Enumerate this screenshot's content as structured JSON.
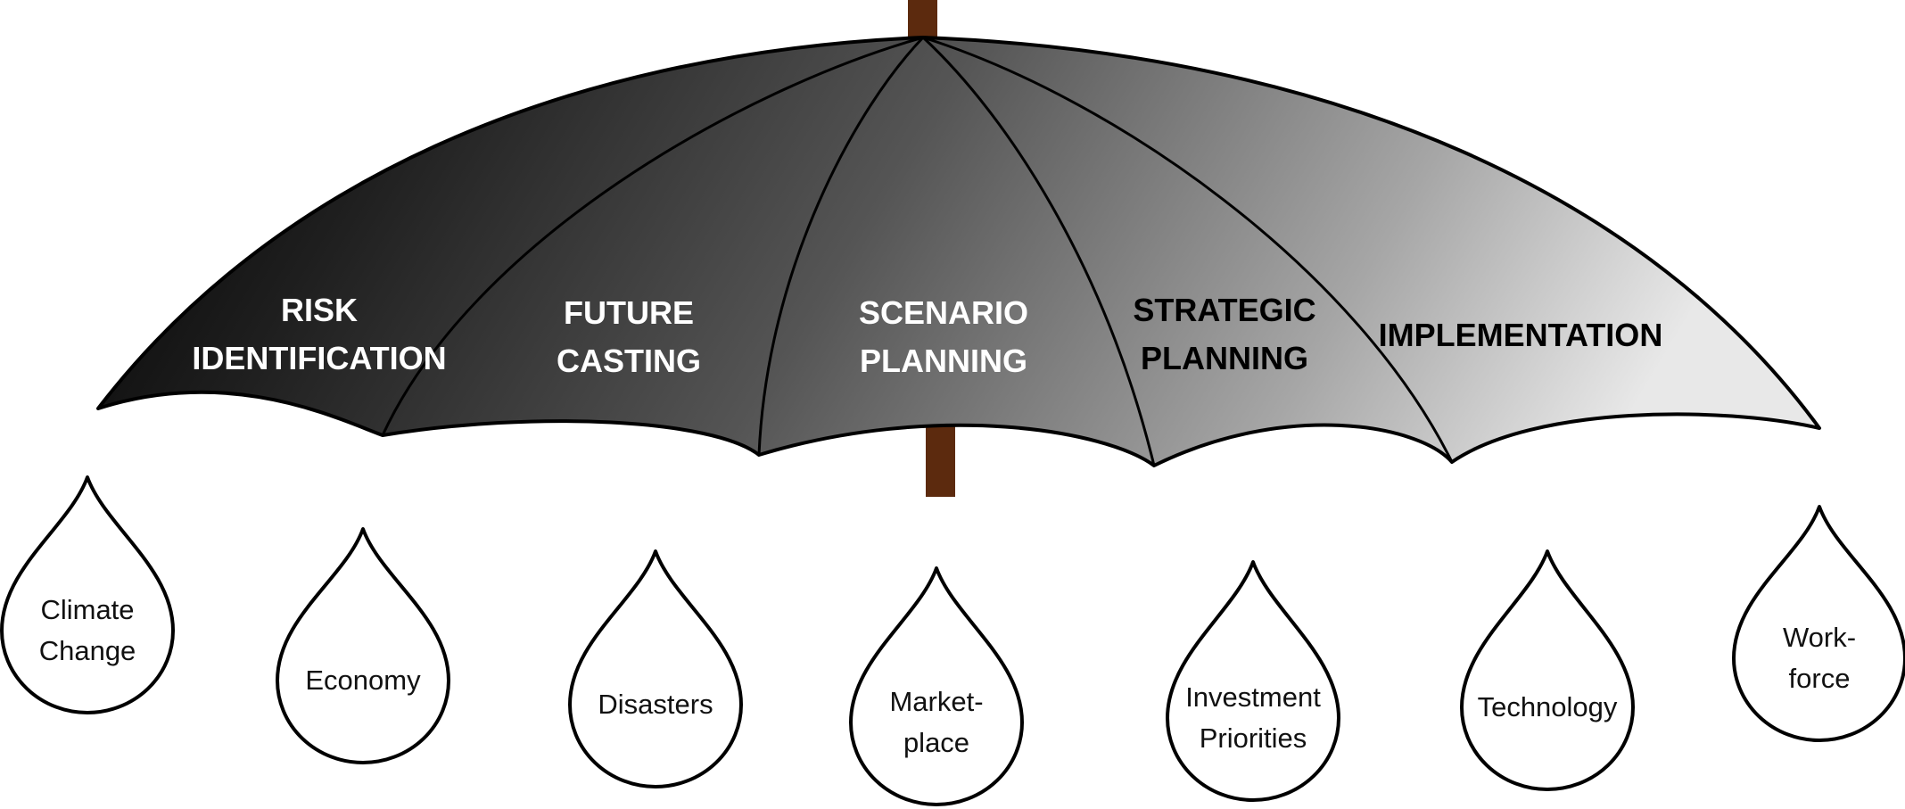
{
  "umbrella": {
    "pole_color": "#5c2a0e",
    "panels": [
      {
        "lines": [
          "RISK",
          "IDENTIFICATION"
        ],
        "text_color": "#ffffff"
      },
      {
        "lines": [
          "FUTURE",
          "CASTING"
        ],
        "text_color": "#ffffff"
      },
      {
        "lines": [
          "SCENARIO",
          "PLANNING"
        ],
        "text_color": "#ffffff"
      },
      {
        "lines": [
          "STRATEGIC",
          "PLANNING"
        ],
        "text_color": "#000000"
      },
      {
        "lines": [
          "IMPLEMENTATION"
        ],
        "text_color": "#000000"
      }
    ]
  },
  "drops": [
    {
      "lines": [
        "Climate",
        "Change"
      ]
    },
    {
      "lines": [
        "Economy"
      ]
    },
    {
      "lines": [
        "Disasters"
      ]
    },
    {
      "lines": [
        "Market-",
        "place"
      ]
    },
    {
      "lines": [
        "Investment",
        "Priorities"
      ]
    },
    {
      "lines": [
        "Technology"
      ]
    },
    {
      "lines": [
        "Work-",
        "force"
      ]
    }
  ]
}
